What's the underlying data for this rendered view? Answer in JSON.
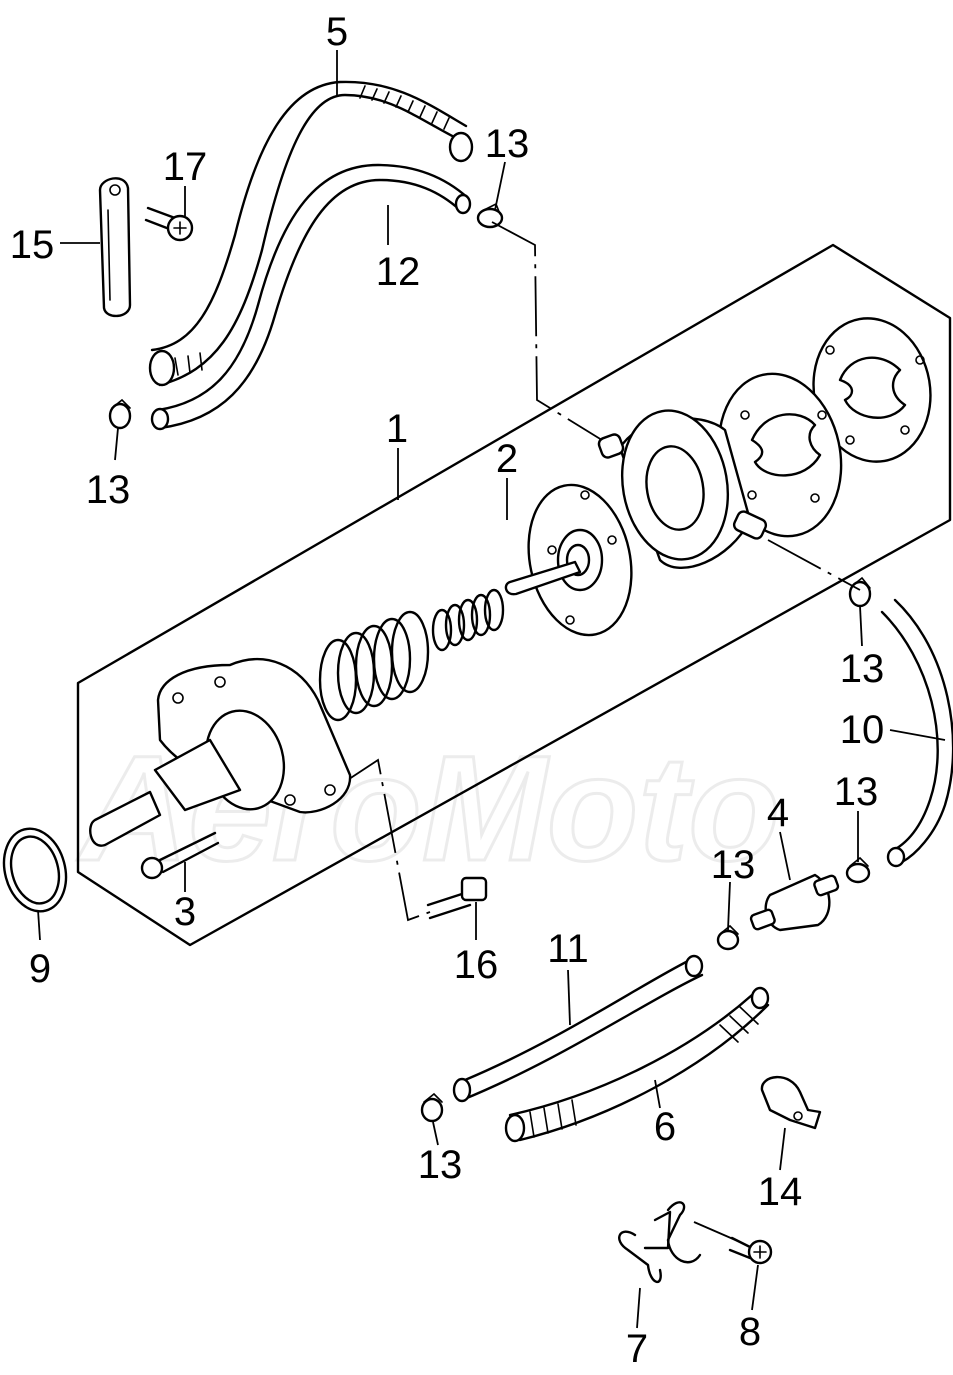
{
  "watermark": {
    "text": "AeroMoto",
    "color": "#e8e8e8"
  },
  "callouts": {
    "p1": "1",
    "p2": "2",
    "p3": "3",
    "p4": "4",
    "p5": "5",
    "p6": "6",
    "p7": "7",
    "p8": "8",
    "p9": "9",
    "p10": "10",
    "p11": "11",
    "p12": "12",
    "p13a": "13",
    "p13b": "13",
    "p13c": "13",
    "p13d": "13",
    "p13e": "13",
    "p13f": "13",
    "p14": "14",
    "p15": "15",
    "p16": "16",
    "p17": "17"
  },
  "colors": {
    "line": "#000000",
    "background": "#ffffff"
  }
}
